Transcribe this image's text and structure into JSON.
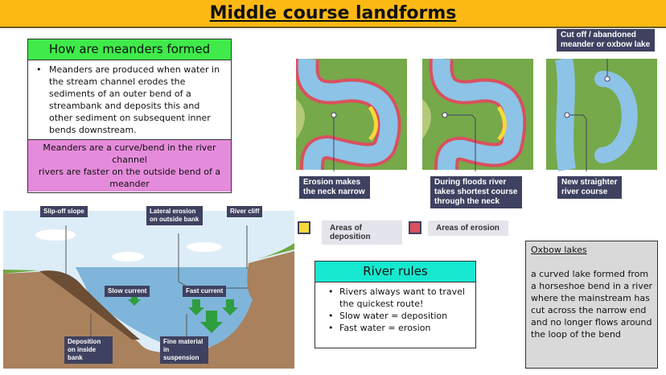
{
  "title": "Middle course landforms",
  "meanders_box": {
    "heading": "How are meanders formed",
    "bullet": "Meanders are produced when water in the stream channel erodes the sediments of an outer bend of a streambank and deposits this and other sediment on subsequent inner bends downstream.",
    "note_line1": "Meanders are a curve/bend in the river channel",
    "note_line2": "rivers are faster on the outside bend of a meander"
  },
  "diagram": {
    "labels": {
      "stage1": "Erosion makes the neck narrow",
      "stage2": "During floods river takes shortest course through the neck",
      "stage3": "New straighter river course",
      "oxbow": "Cut off / abandoned meander or oxbow lake"
    },
    "legend": {
      "deposition": "Areas of deposition",
      "erosion": "Areas of erosion"
    },
    "colors": {
      "deposition": "#F6D83A",
      "erosion": "#D9505E",
      "land": "#76A94A",
      "water": "#8CC3E6"
    }
  },
  "cross_section": {
    "labels": {
      "slip_off": "Slip-off slope",
      "lateral": "Lateral erosion on outside bank",
      "cliff": "River cliff",
      "slow": "Slow current",
      "fast": "Fast current",
      "deposition": "Deposition on inside bank",
      "fine": "Fine material in suspension"
    }
  },
  "river_rules": {
    "heading": "River rules",
    "items": [
      "Rivers always want to travel the quickest route!",
      "Slow water = deposition",
      "Fast water = erosion"
    ]
  },
  "oxbow": {
    "heading": "Oxbow lakes",
    "text": "a curved lake formed from a horseshoe bend in a river where the mainstream has cut across the narrow end and no longer flows around the loop of the bend"
  }
}
